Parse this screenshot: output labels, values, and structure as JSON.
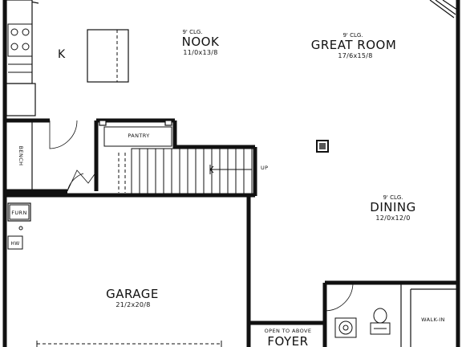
{
  "rooms": {
    "nook": {
      "ceiling": "9' CLG.",
      "name": "NOOK",
      "dims": "11/0x13/8"
    },
    "great_room": {
      "ceiling": "9' CLG.",
      "name": "GREAT ROOM",
      "dims": "17/6x15/8"
    },
    "dining": {
      "ceiling": "9' CLG.",
      "name": "DINING",
      "dims": "12/0x12/0"
    },
    "garage": {
      "name": "GARAGE",
      "dims": "21/2x20/8"
    },
    "foyer": {
      "note": "OPEN TO ABOVE",
      "name": "FOYER"
    }
  },
  "labels": {
    "kitchen": "K",
    "pantry": "PANTRY",
    "bench": "BENCH",
    "furnace": "FURN",
    "water_heater": "HW",
    "stair_up": "UP",
    "walk_in": "WALK-IN"
  }
}
